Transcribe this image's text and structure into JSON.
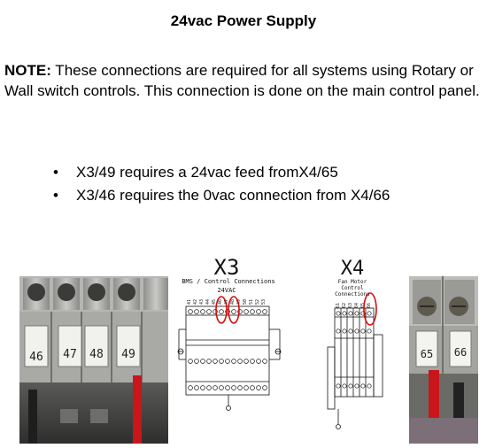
{
  "title": "24vac Power Supply",
  "note": {
    "label": "NOTE:",
    "text": " These connections are required for all systems using Rotary or Wall switch controls. This connection is done on the main control panel."
  },
  "bullets": [
    "X3/49 requires a 24vac feed fromX4/65",
    "X3/46 requires the 0vac connection from X4/66"
  ],
  "photo_left": {
    "labels": [
      "46",
      "47",
      "48",
      "49"
    ]
  },
  "diagram_x3": {
    "heading": "X3",
    "subtitle_line1": "BMS / Control Connections",
    "subtitle_line2": "24VAC",
    "terminals": [
      "41",
      "42",
      "43",
      "44",
      "45",
      "46",
      "47",
      "48",
      "49",
      "50",
      "51",
      "52",
      "53"
    ]
  },
  "diagram_x4": {
    "heading": "X4",
    "subtitle_line1": "Fan Motor",
    "subtitle_line2": "Control",
    "subtitle_line3": "Connections",
    "terminals": [
      "61",
      "62",
      "63",
      "64",
      "65",
      "66"
    ]
  },
  "photo_right": {
    "labels": [
      "65",
      "66"
    ]
  },
  "colors": {
    "highlight": "#d01010",
    "wire_red": "#c8161a",
    "terminal_grey": "#b9b9b6"
  }
}
